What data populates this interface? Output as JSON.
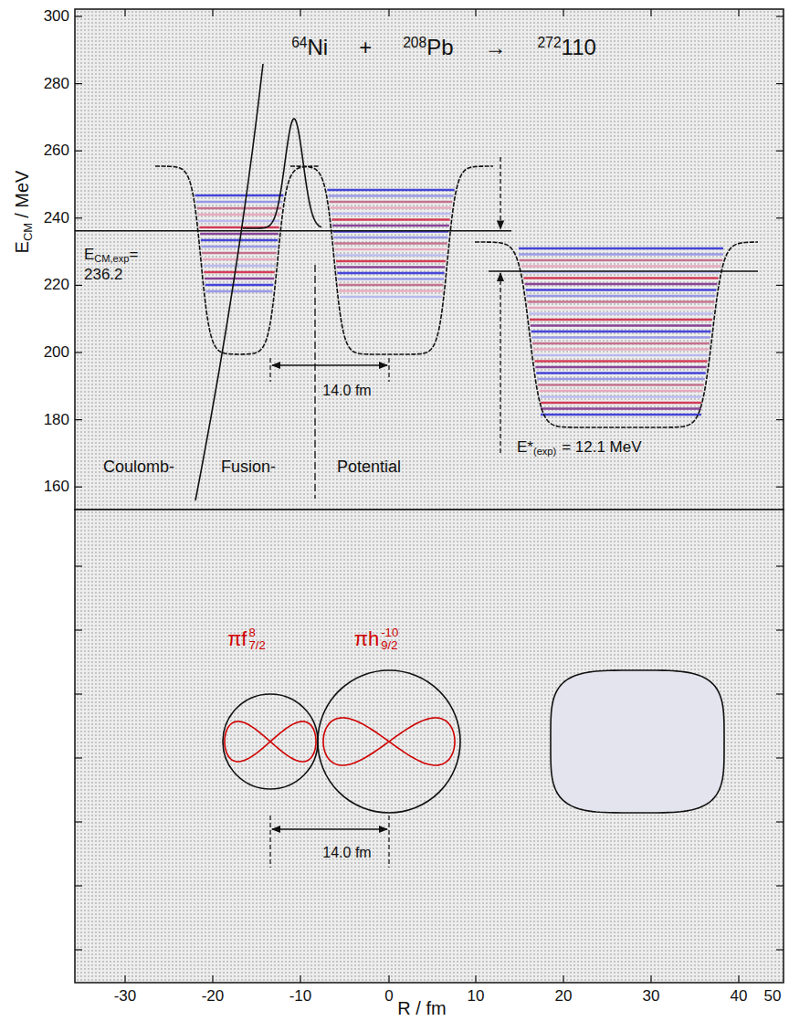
{
  "diagram": {
    "labels": [
      "300",
      "280",
      "260",
      "240",
      "220",
      "200",
      "180",
      "160",
      "E",
      "CM",
      "/ MeV",
      "64",
      "Ni",
      "+",
      "208",
      "Pb",
      "→",
      "272",
      "110",
      "E",
      "CM,exp",
      "=",
      "236.2",
      "14.0 fm",
      "E*",
      "(exp)",
      "= 12.1 MeV",
      "Coulomb-",
      "Fusion-",
      "Potential",
      "πf",
      "7/2",
      "8",
      "πh",
      "9/2",
      "-10",
      "14.0 fm",
      "-30",
      "-20",
      "-10",
      "0",
      "10",
      "20",
      "30",
      "40",
      "50",
      "R / fm"
    ]
  }
}
